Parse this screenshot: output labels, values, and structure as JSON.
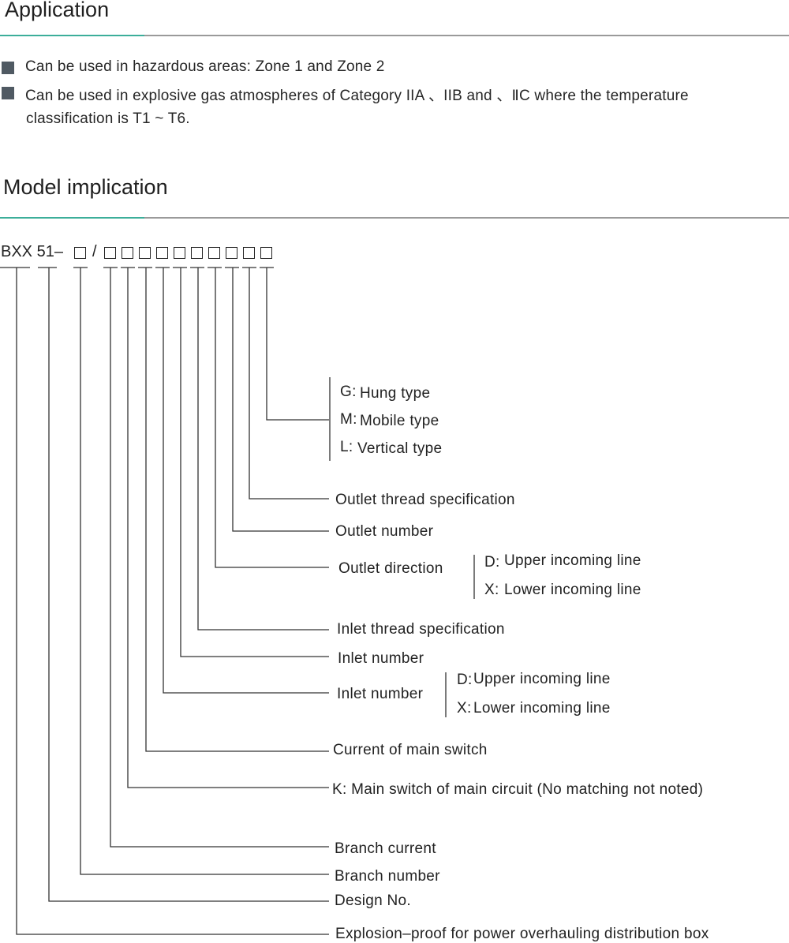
{
  "application": {
    "title": "Application",
    "items": [
      "Can be used in hazardous areas: Zone 1 and Zone 2",
      "Can be used in explosive gas atmospheres of Category IIA 、IIB and 、ⅡC where the temperature",
      "classification is T1 ~ T6."
    ]
  },
  "model": {
    "title": "Model implication",
    "code_prefix": "BXX 51–",
    "code_slash": "/",
    "labels": {
      "mount_options": [
        "G:",
        "Hung type",
        "M:",
        "Mobile type",
        "L:",
        "Vertical type"
      ],
      "outlet_thread": "Outlet thread specification",
      "outlet_number": "Outlet number",
      "outlet_direction": "Outlet direction",
      "outlet_dir_options": [
        "D:",
        "Upper incoming line",
        "X:",
        "Lower incoming line"
      ],
      "inlet_thread": "Inlet thread specification",
      "inlet_number_1": "Inlet number",
      "inlet_number_2": "Inlet number",
      "inlet_dir_options": [
        "D:",
        "Upper incoming line",
        "X:",
        "Lower incoming line"
      ],
      "main_current": "Current of main switch",
      "main_switch": "K: Main switch of main circuit (No matching not noted)",
      "branch_current": "Branch current",
      "branch_number": "Branch number",
      "design_no": "Design No.",
      "explosion_proof": "Explosion–proof for power overhauling distribution box"
    }
  }
}
